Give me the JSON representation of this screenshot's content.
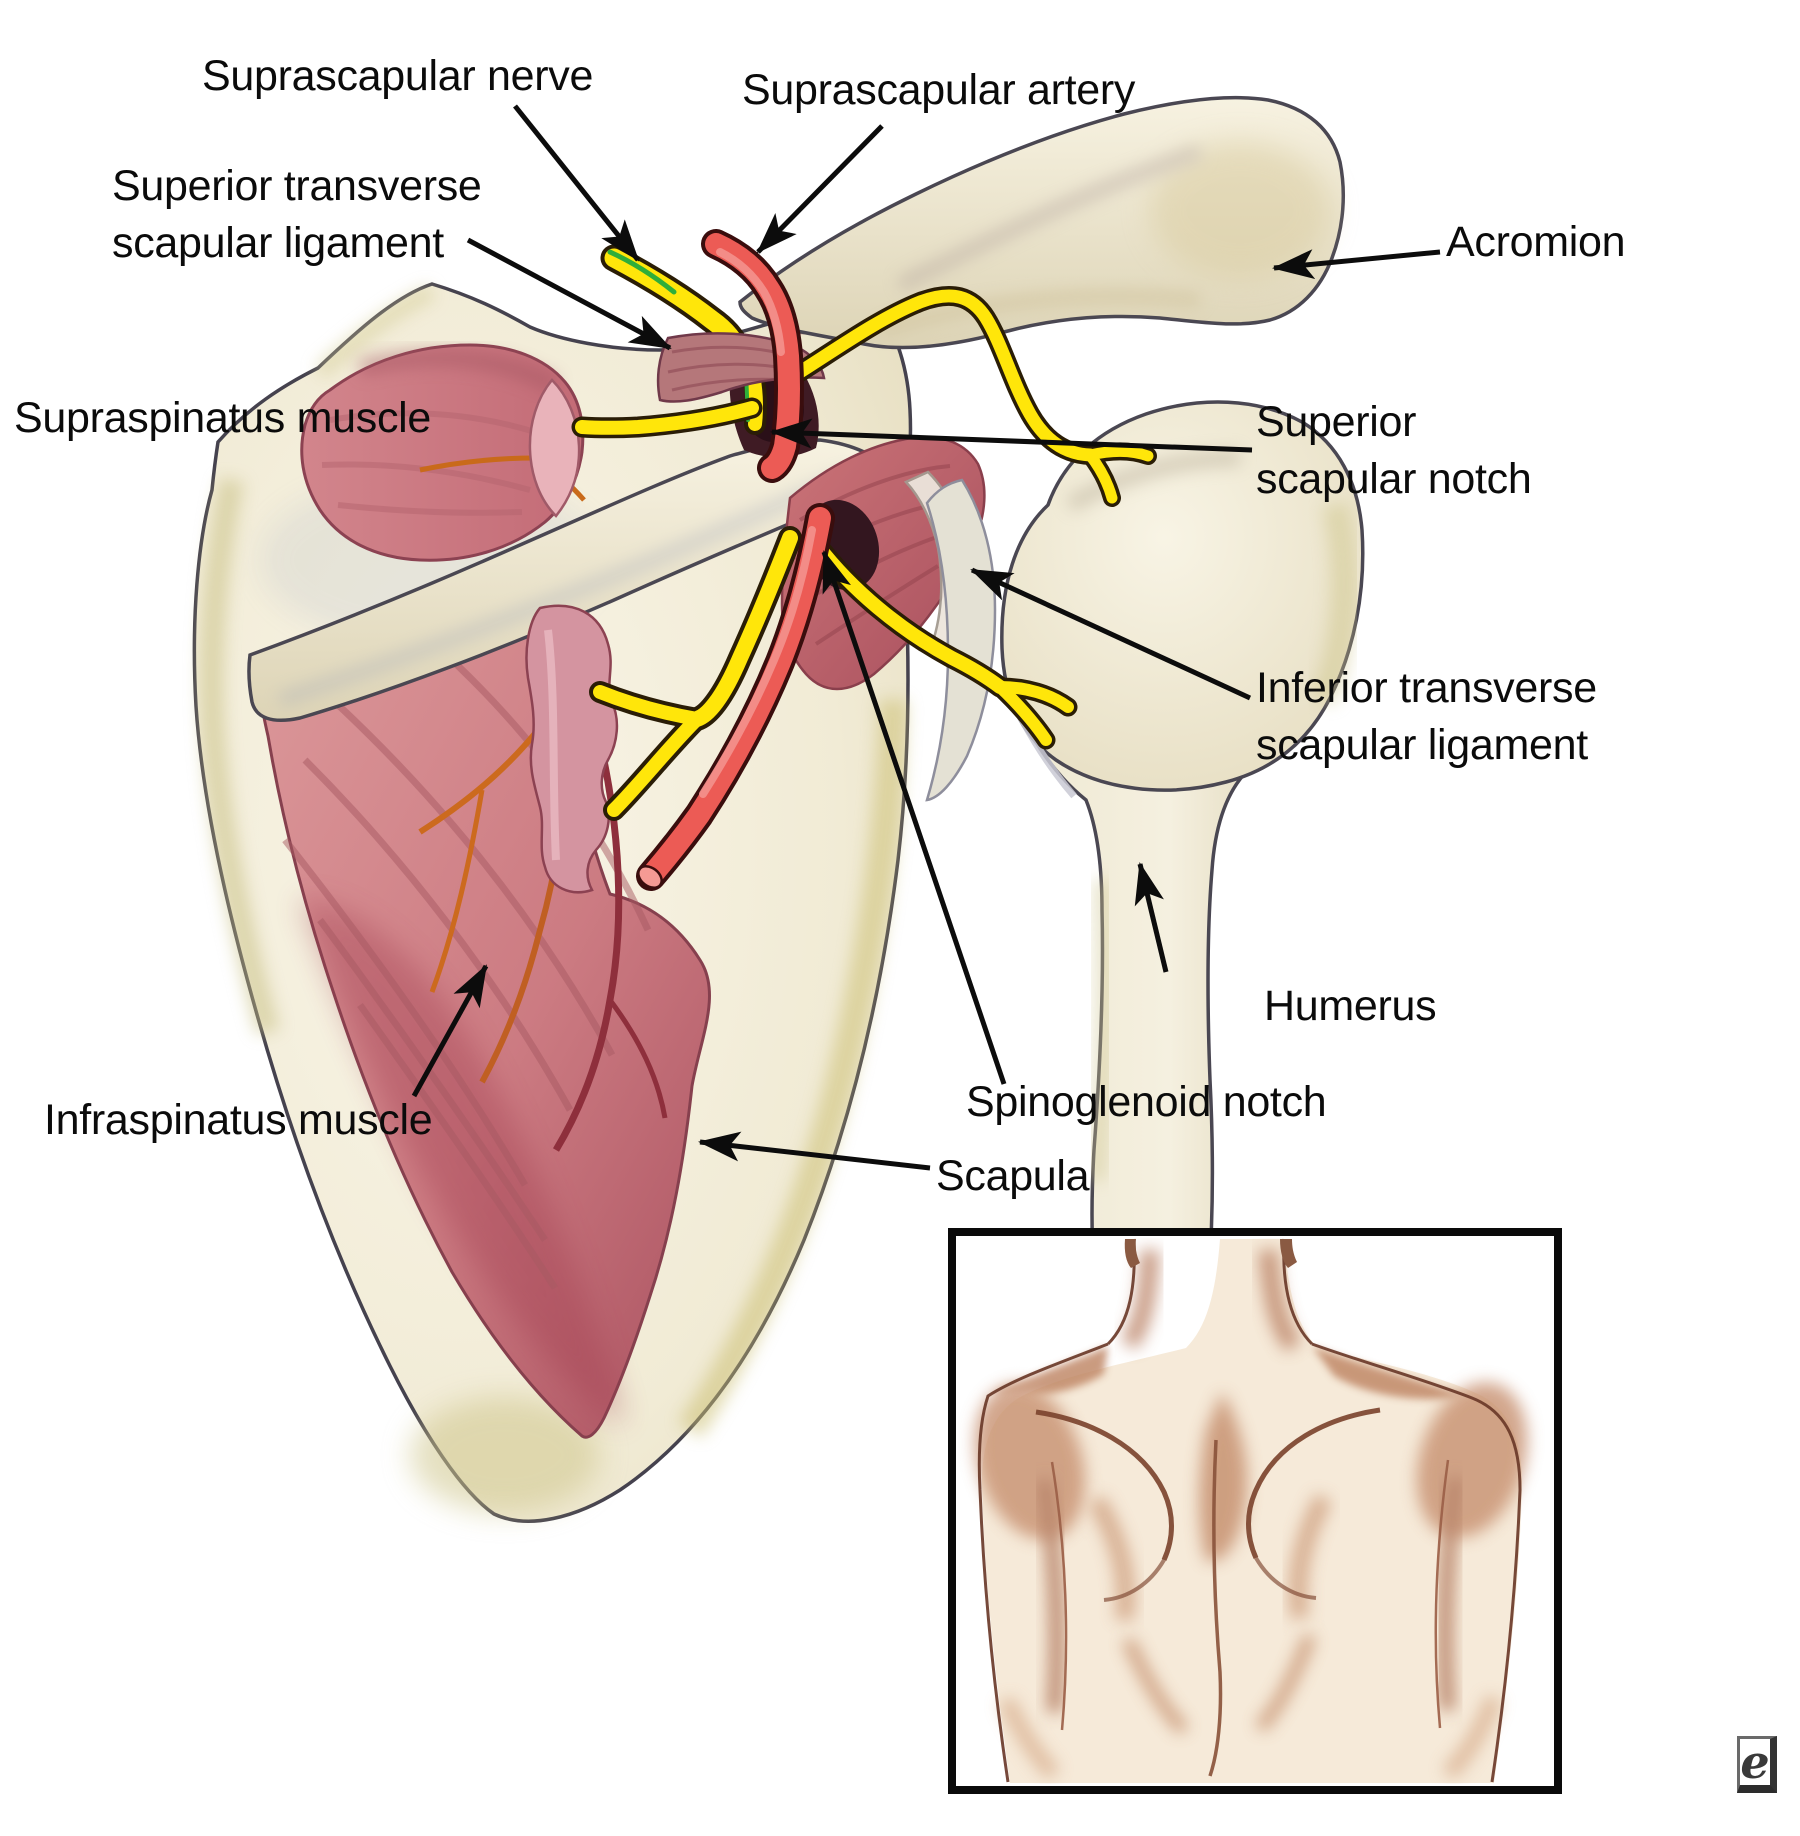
{
  "labels": {
    "suprascapular_nerve": {
      "lines": [
        "Suprascapular nerve"
      ]
    },
    "suprascapular_artery": {
      "lines": [
        "Suprascapular artery"
      ]
    },
    "superior_transverse_scapular_ligament": {
      "lines": [
        "Superior transverse",
        "scapular ligament"
      ]
    },
    "supraspinatus_muscle": {
      "lines": [
        "Supraspinatus muscle"
      ]
    },
    "acromion": {
      "lines": [
        "Acromion"
      ]
    },
    "superior_scapular_notch": {
      "lines": [
        "Superior",
        "scapular notch"
      ]
    },
    "inferior_transverse_scapular_ligament": {
      "lines": [
        "Inferior transverse",
        "scapular ligament"
      ]
    },
    "humerus": {
      "lines": [
        "Humerus"
      ]
    },
    "infraspinatus_muscle": {
      "lines": [
        "Infraspinatus muscle"
      ]
    },
    "spinoglenoid_notch": {
      "lines": [
        "Spinoglenoid notch"
      ]
    },
    "scapula": {
      "lines": [
        "Scapula"
      ]
    }
  },
  "logo": {
    "letter": "e"
  },
  "colors": {
    "nerve_yellow": "#FFE60A",
    "nerve_green_edge": "#2FAE3A",
    "artery_red": "#EC5B55",
    "bone_cream": "#F2EDDA",
    "muscle_pink": "#D08186",
    "ink": "#0B0B0B"
  }
}
